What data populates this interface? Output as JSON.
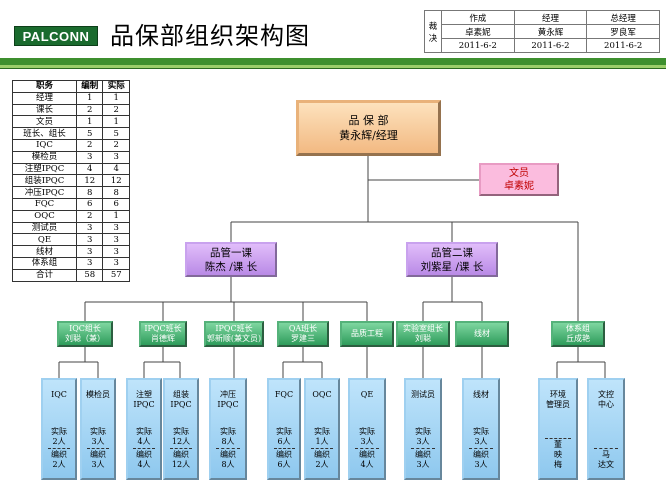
{
  "header": {
    "logo": "PALCONN",
    "title": "品保部组织架构图"
  },
  "signoff": {
    "label": [
      "裁",
      "决"
    ],
    "roles": [
      "作成",
      "经理",
      "总经理"
    ],
    "names": [
      "卓素妮",
      "黄永辉",
      "罗良军"
    ],
    "dates": [
      "2011-6-2",
      "2011-6-2",
      "2011-6-2"
    ]
  },
  "staffing": {
    "headers": [
      "职务",
      "编制",
      "实际"
    ],
    "rows": [
      [
        "经理",
        "1",
        "1"
      ],
      [
        "课长",
        "2",
        "2"
      ],
      [
        "文员",
        "1",
        "1"
      ],
      [
        "班长、组长",
        "5",
        "5"
      ],
      [
        "IQC",
        "2",
        "2"
      ],
      [
        "模检员",
        "3",
        "3"
      ],
      [
        "注塑IPQC",
        "4",
        "4"
      ],
      [
        "组装IPQC",
        "12",
        "12"
      ],
      [
        "冲压IPQC",
        "8",
        "8"
      ],
      [
        "FQC",
        "6",
        "6"
      ],
      [
        "OQC",
        "2",
        "1"
      ],
      [
        "测试员",
        "3",
        "3"
      ],
      [
        "QE",
        "3",
        "3"
      ],
      [
        "线材",
        "3",
        "3"
      ],
      [
        "体系组",
        "3",
        "3"
      ],
      [
        "合计",
        "58",
        "57"
      ]
    ]
  },
  "org": {
    "head": {
      "line1": "品 保 部",
      "line2": "黄永辉/经理"
    },
    "clerk": {
      "line1": "文员",
      "line2": "卓素妮"
    },
    "depts": [
      {
        "line1": "品管一课",
        "line2": "陈杰 /课 长"
      },
      {
        "line1": "品管二课",
        "line2": "刘紫星 /课 长"
      }
    ],
    "groups": [
      {
        "line1": "IQC组长",
        "line2": "刘聪（兼）"
      },
      {
        "line1": "IPQC班长",
        "line2": "肖德辉"
      },
      {
        "line1": "IPQC班长",
        "line2": "郭新顺(兼文员)"
      },
      {
        "line1": "QA班长",
        "line2": "罗建三"
      },
      {
        "line1": "品质工程",
        "line2": ""
      },
      {
        "line1": "实验室组长",
        "line2": "刘聪"
      },
      {
        "line1": "线材",
        "line2": ""
      },
      {
        "line1": "体系组",
        "line2": "丘成艳"
      }
    ],
    "units": [
      {
        "name": [
          "IQC"
        ],
        "actual": [
          "实际",
          "2人"
        ],
        "quota": [
          "编织",
          "2人"
        ]
      },
      {
        "name": [
          "模检员"
        ],
        "actual": [
          "实际",
          "3人"
        ],
        "quota": [
          "编织",
          "3人"
        ]
      },
      {
        "name": [
          "注塑",
          "IPQC"
        ],
        "actual": [
          "实际",
          "4人"
        ],
        "quota": [
          "编织",
          "4人"
        ]
      },
      {
        "name": [
          "组装",
          "IPQC"
        ],
        "actual": [
          "实际",
          "12人"
        ],
        "quota": [
          "编织",
          "12人"
        ]
      },
      {
        "name": [
          "冲压",
          "IPQC"
        ],
        "actual": [
          "实际",
          "8人"
        ],
        "quota": [
          "编织",
          "8人"
        ]
      },
      {
        "name": [
          "FQC"
        ],
        "actual": [
          "实际",
          "6人"
        ],
        "quota": [
          "编织",
          "6人"
        ]
      },
      {
        "name": [
          "OQC"
        ],
        "actual": [
          "实际",
          "1人"
        ],
        "quota": [
          "编织",
          "2人"
        ]
      },
      {
        "name": [
          "QE"
        ],
        "actual": [
          "实际",
          "3人"
        ],
        "quota": [
          "编织",
          "4人"
        ]
      },
      {
        "name": [
          "测试员"
        ],
        "actual": [
          "实际",
          "3人"
        ],
        "quota": [
          "编织",
          "3人"
        ]
      },
      {
        "name": [
          "线材"
        ],
        "actual": [
          "实际",
          "3人"
        ],
        "quota": [
          "编织",
          "3人"
        ]
      },
      {
        "name": [
          "环境",
          "管理员"
        ],
        "actual": [],
        "quota": [
          "董",
          "映",
          "梅"
        ]
      },
      {
        "name": [
          "文控",
          "中心"
        ],
        "actual": [],
        "quota": [
          "马",
          "达文"
        ]
      }
    ]
  }
}
